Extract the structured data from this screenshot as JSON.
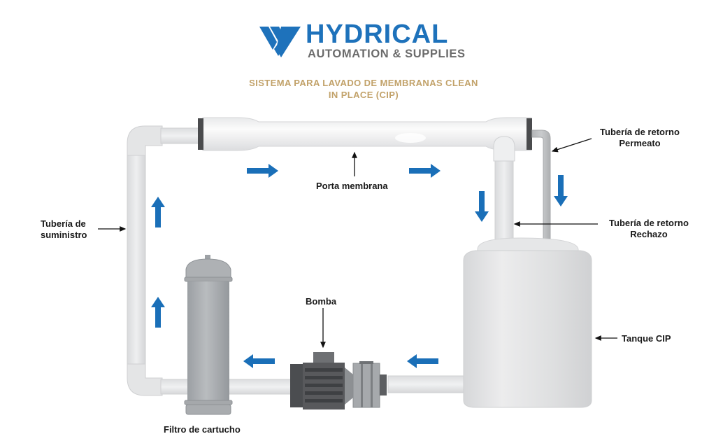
{
  "header": {
    "brand_name": "HYDRICAL",
    "tagline": "AUTOMATION & SUPPLIES",
    "logo_icon": "hydrical-logo-icon",
    "title_line1": "SISTEMA PARA LAVADO DE MEMBRANAS CLEAN",
    "title_line2": "IN PLACE (CIP)"
  },
  "colors": {
    "brand_blue": "#1e72bb",
    "tagline_gray": "#6b6b6b",
    "title_gold": "#c2a26a",
    "flow_arrow": "#1a6fb8",
    "label_text": "#1a1a1a"
  },
  "labels": {
    "supply_pipe_line1": "Tubería de",
    "supply_pipe_line2": "suministro",
    "membrane_housing": "Porta membrana",
    "permeate_return_line1": "Tubería de retorno",
    "permeate_return_line2": "Permeato",
    "reject_return_line1": "Tubería de retorno",
    "reject_return_line2": "Rechazo",
    "pump": "Bomba",
    "cip_tank": "Tanque CIP",
    "cartridge_filter": "Filtro de cartucho"
  },
  "flow_arrows": [
    {
      "location": "membrane-inlet",
      "direction": "right"
    },
    {
      "location": "membrane-outlet",
      "direction": "right"
    },
    {
      "location": "reject-pipe",
      "direction": "down"
    },
    {
      "location": "permeate-pipe",
      "direction": "down"
    },
    {
      "location": "supply-pipe-upper",
      "direction": "up"
    },
    {
      "location": "supply-pipe-lower",
      "direction": "up"
    },
    {
      "location": "filter-to-pump",
      "direction": "left"
    },
    {
      "location": "tank-to-pump",
      "direction": "left"
    }
  ]
}
